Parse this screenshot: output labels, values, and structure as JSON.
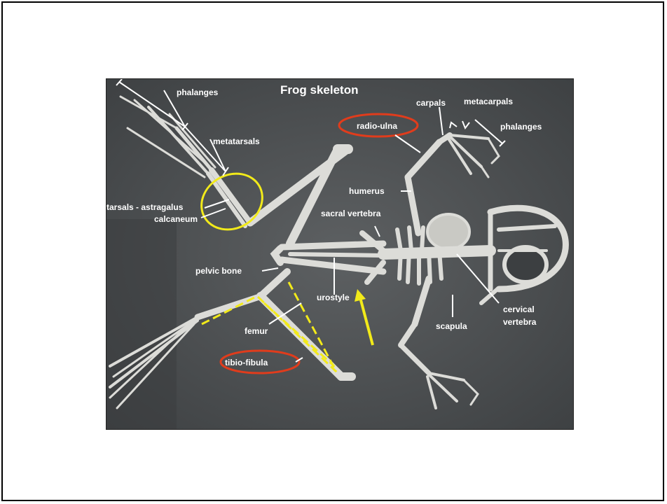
{
  "figure": {
    "title": "Frog skeleton",
    "labels": {
      "phalanges_hind": "phalanges",
      "metatarsals": "metatarsals",
      "tarsals": "tarsals - astragalus",
      "calcaneum": "calcaneum",
      "pelvic_bone": "pelvic bone",
      "femur": "femur",
      "tibio_fibula": "tibio-fibula",
      "urostyle": "urostyle",
      "sacral_vertebra": "sacral vertebra",
      "humerus": "humerus",
      "radio_ulna": "radio-ulna",
      "carpals": "carpals",
      "metacarpals": "metacarpals",
      "phalanges_fore": "phalanges",
      "scapula": "scapula",
      "cervical": "cervical",
      "vertebra": "vertebra"
    },
    "colors": {
      "background": "#4e5153",
      "bone": "#dcdcd8",
      "highlight_red": "#e03c1c",
      "highlight_yellow": "#f2ea1a",
      "label_text": "#ffffff"
    }
  }
}
